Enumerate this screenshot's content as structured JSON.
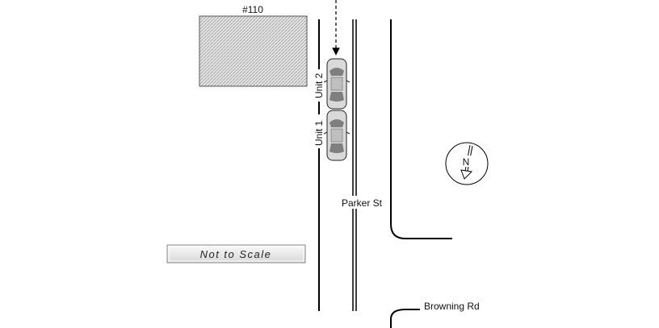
{
  "building": {
    "label": "#110"
  },
  "vehicles": [
    {
      "label": "Unit 2"
    },
    {
      "label": "Unit 1"
    }
  ],
  "streets": {
    "main": "Parker St",
    "cross": "Browning Rd"
  },
  "compass": {
    "label": "N",
    "icon": "north-arrow-icon"
  },
  "scale_note": "Not to Scale",
  "colors": {
    "line": "#000000",
    "hatch": "#9a9a9a",
    "car_body": "#d9d9d9",
    "car_glass": "#7f7f7f"
  }
}
